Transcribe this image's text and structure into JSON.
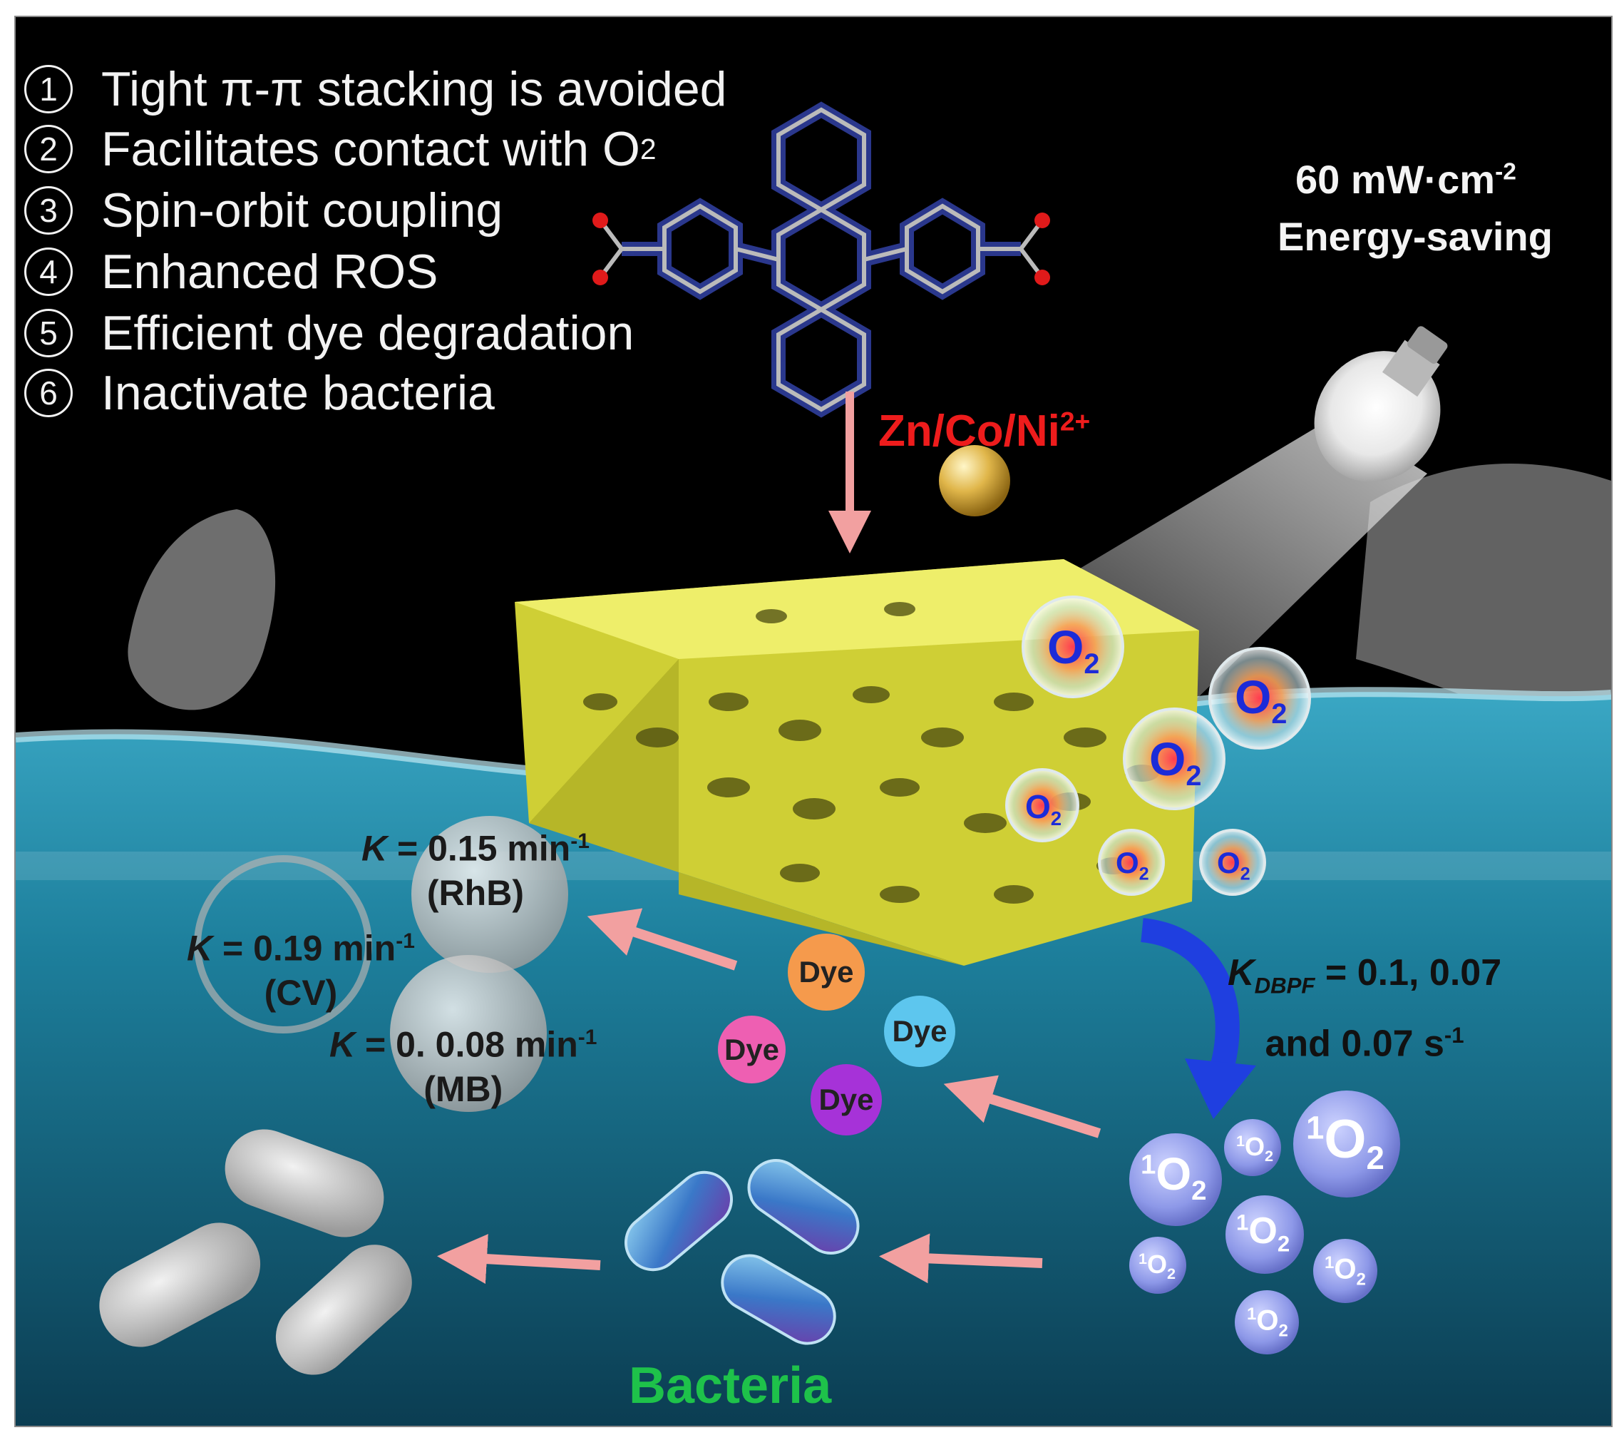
{
  "features": [
    {
      "num": "1",
      "text": "Tight π-π stacking is avoided"
    },
    {
      "num": "2",
      "text": "Facilitates contact with O",
      "sub": "2"
    },
    {
      "num": "3",
      "text": "Spin-orbit coupling"
    },
    {
      "num": "4",
      "text": "Enhanced ROS"
    },
    {
      "num": "5",
      "text": "Efficient dye degradation"
    },
    {
      "num": "6",
      "text": "Inactivate bacteria"
    }
  ],
  "light": {
    "intensity": "60 mW·cm",
    "intensity_sup": "-2",
    "label": "Energy-saving"
  },
  "metal_ions": {
    "text": "Zn/Co/Ni",
    "sup": "2+"
  },
  "oxygen": {
    "label": "O",
    "sub": "2"
  },
  "singlet_oxygen": {
    "sup": "1",
    "label": "O",
    "sub": "2"
  },
  "dyes": {
    "label": "Dye"
  },
  "rates": [
    {
      "k": "K",
      "value": " = 0.15 min",
      "sup": "-1",
      "dye": "(RhB)"
    },
    {
      "k": "K",
      "value": " = 0.19 min",
      "sup": "-1",
      "dye": "(CV)"
    },
    {
      "k": "K",
      "value": " = 0. 0.08 min",
      "sup": "-1",
      "dye": "(MB)"
    }
  ],
  "kdbpf": {
    "k": "K",
    "k_sub": "DBPF",
    "line1": " = 0.1, 0.07",
    "line2": "and 0.07 s",
    "line2_sup": "-1"
  },
  "bacteria_label": "Bacteria",
  "colors": {
    "background": "#000000",
    "water": "#1f7f9b",
    "mof": "#e6e65a",
    "arrow": "#f2a0a0",
    "metal_text": "#ee1c1c",
    "bacteria_text": "#1ec24a",
    "blue_arrow": "#1f3fe0"
  }
}
